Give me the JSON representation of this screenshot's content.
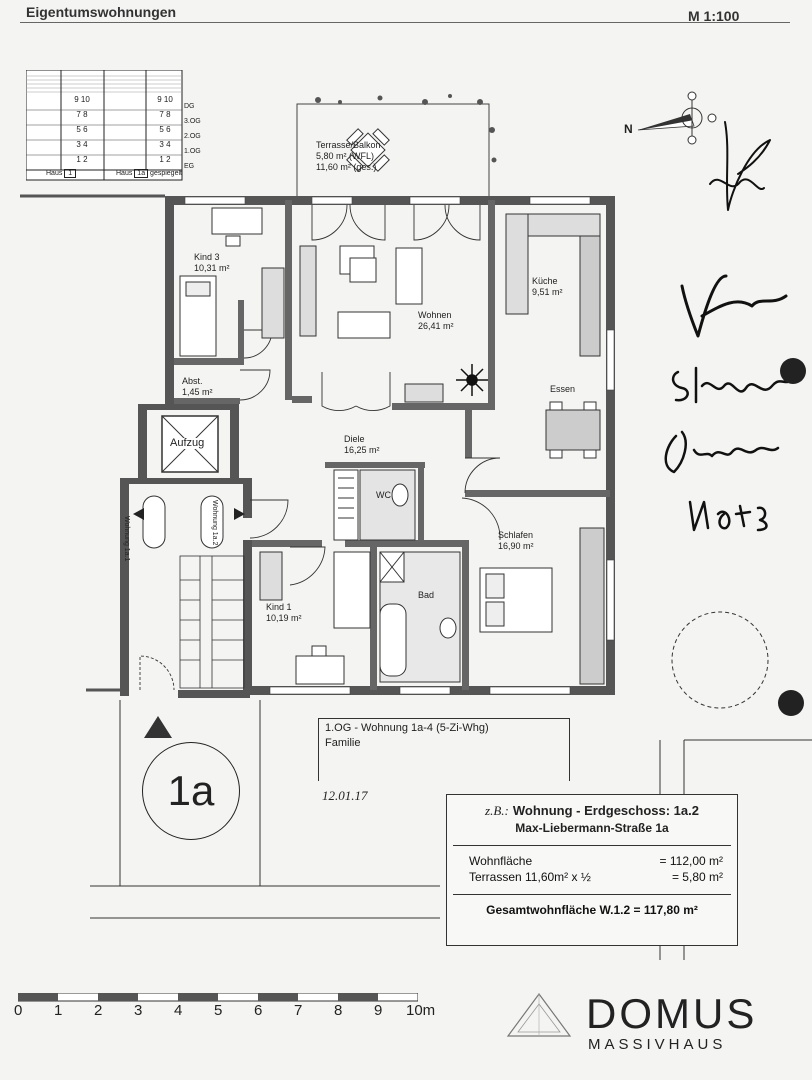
{
  "header": {
    "title": "Eigentumswohnungen",
    "scale": "M 1:100"
  },
  "keyplan": {
    "floors": [
      "DG",
      "3.OG",
      "2.OG",
      "1.OG",
      "EG"
    ],
    "unit_numbers": [
      [
        "9",
        "10"
      ],
      [
        "7",
        "8"
      ],
      [
        "5",
        "6"
      ],
      [
        "3",
        "4"
      ],
      [
        "1",
        "2"
      ]
    ],
    "house_left": "Haus",
    "house_left_num": "1",
    "house_right": "Haus",
    "house_right_num": "1a",
    "note": "gespiegelt"
  },
  "compass": {
    "north_label": "N"
  },
  "rooms": {
    "terrace": {
      "name": "Terrasse/Balkon",
      "area1": "5,80 m²  (WFL)",
      "area2": "11,60 m² (ges.)"
    },
    "kind3": {
      "name": "Kind 3",
      "area": "10,31 m²"
    },
    "wohnen": {
      "name": "Wohnen",
      "area": "26,41 m²"
    },
    "kueche": {
      "name": "Küche",
      "area": "9,51 m²"
    },
    "abst": {
      "name": "Abst.",
      "area": "1,45 m²"
    },
    "essen": {
      "name": "Essen"
    },
    "aufzug": {
      "name": "Aufzug"
    },
    "diele": {
      "name": "Diele",
      "area": "16,25 m²"
    },
    "wc": {
      "name": "WC"
    },
    "schlafen": {
      "name": "Schlafen",
      "area": "16,90 m²"
    },
    "bad": {
      "name": "Bad"
    },
    "kind1": {
      "name": "Kind 1",
      "area": "10,19 m²"
    },
    "stair_left": "Wohnung 1a.1",
    "stair_right": "Wohnung 1a.2"
  },
  "unit_badge": "1a",
  "unit_label": {
    "line1": "1.OG - Wohnung 1a-4  (5-Zi-Whg)",
    "line2": "Familie"
  },
  "handwritten_date": "12.01.17",
  "info_box": {
    "prefix": "z.B.:",
    "title": "Wohnung - Erdgeschoss: 1a.2",
    "address": "Max-Liebermann-Straße 1a",
    "rows": [
      {
        "label": "Wohnfläche",
        "value": "= 112,00 m²"
      },
      {
        "label": "Terrassen  11,60m² x ½",
        "value": "=     5,80 m²"
      }
    ],
    "total": "Gesamtwohnfläche W.1.2 = 117,80 m²"
  },
  "scale_bar": {
    "ticks": [
      "0",
      "1",
      "2",
      "3",
      "4",
      "5",
      "6",
      "7",
      "8",
      "9",
      "10m"
    ]
  },
  "logo": {
    "line1": "DOMUS",
    "line2": "MASSIVHAUS"
  }
}
